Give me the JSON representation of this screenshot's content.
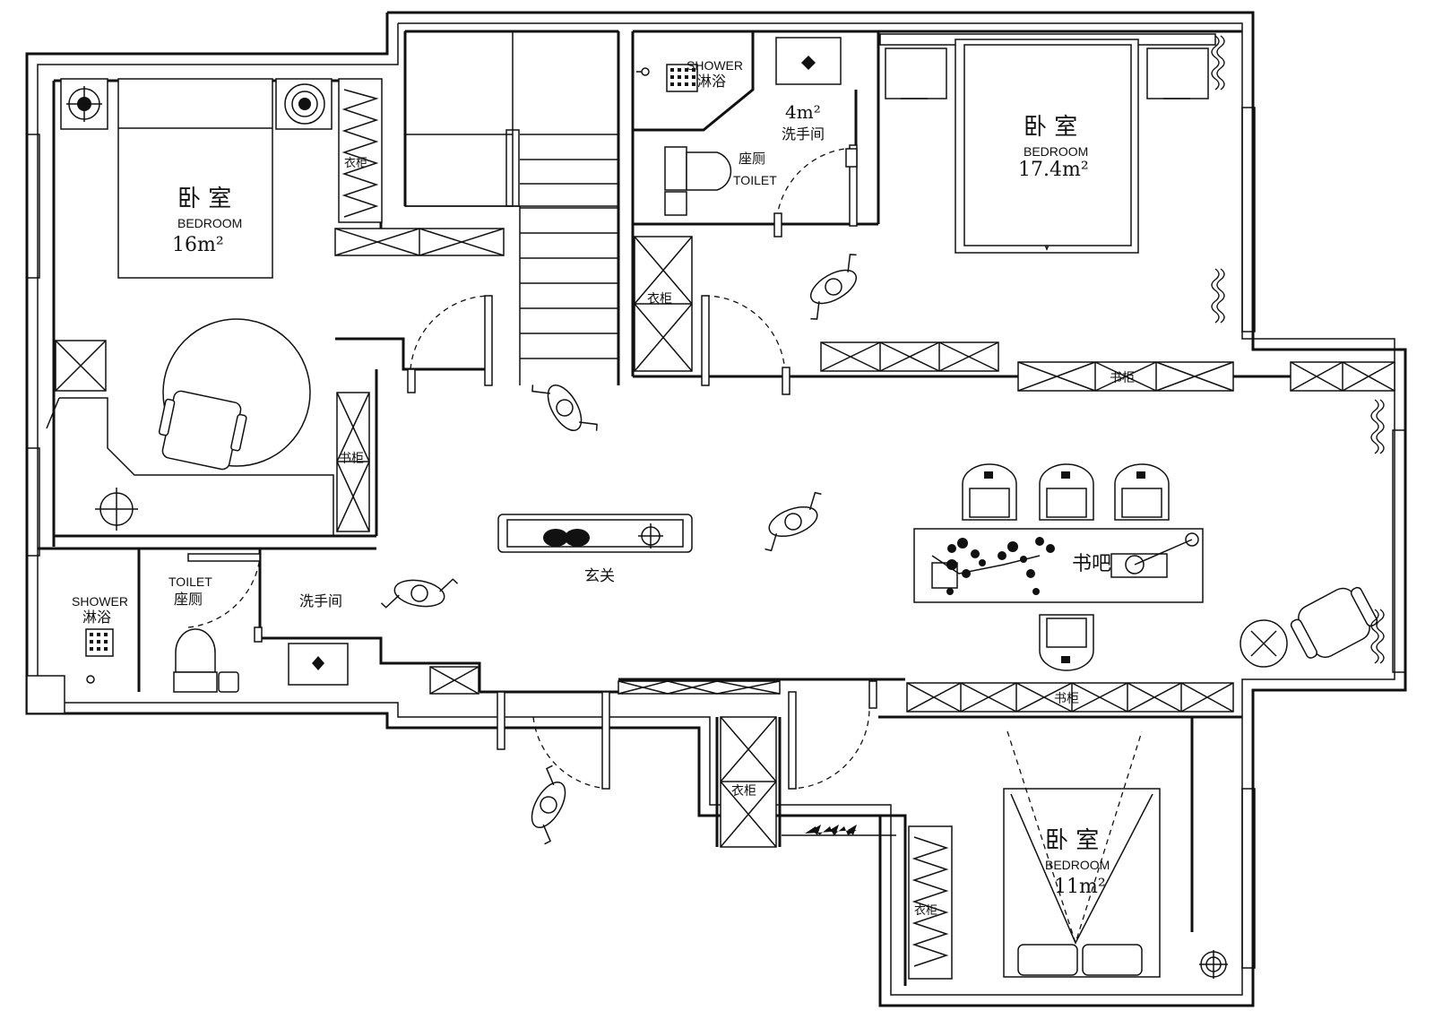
{
  "colors": {
    "line": "#111111",
    "background": "#ffffff"
  },
  "rooms": {
    "bedroom_nw": {
      "cn": "卧 室",
      "en": "BEDROOM",
      "area": "16m²"
    },
    "bedroom_ne": {
      "cn": "卧 室",
      "en": "BEDROOM",
      "area": "17.4m²"
    },
    "bedroom_s": {
      "cn": "卧 室",
      "en": "BEDROOM",
      "area": "11m²"
    },
    "bath_n": {
      "shower_en": "SHOWER",
      "shower_cn": "淋浴",
      "area": "4m²",
      "wash_cn": "洗手间",
      "toilet_cn": "座厕",
      "toilet_en": "TOILET"
    },
    "bath_w": {
      "shower_en": "SHOWER",
      "shower_cn": "淋浴",
      "toilet_en": "TOILET",
      "toilet_cn": "座厕",
      "wash_cn": "洗手间"
    },
    "entrance": {
      "cn": "玄关"
    },
    "study_bar": {
      "cn": "书吧"
    }
  },
  "furniture_labels": {
    "wardrobe": "衣柜",
    "bookcase": "书柜"
  },
  "icons": [
    "person-icon",
    "plant-icon",
    "ceiling-lamp-icon",
    "armchair-icon",
    "dining-chair-icon"
  ]
}
